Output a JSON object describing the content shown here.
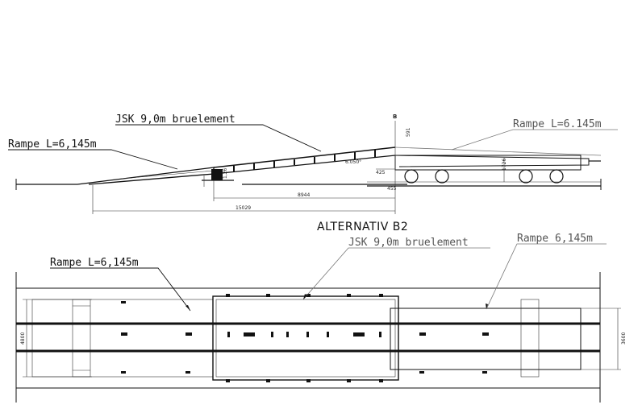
{
  "elevation": {
    "ramp_left_label": "Rampe L=6,145m",
    "bridge_label": "JSK 9,0m bruelement",
    "ramp_right_label": "Rampe L=6.145m",
    "section_marker": "B",
    "dims": {
      "total": "15029",
      "middle": "8944",
      "angle": "6.050°",
      "d1": "1,26",
      "d2": "425",
      "d3": "591",
      "d4": "1726",
      "d5": "455"
    }
  },
  "title": "ALTERNATIV B2",
  "plan": {
    "bridge_label": "JSK 9,0m bruelement",
    "ramp_left_label": "Rampe L=6,145m",
    "ramp_right_label": "Rampe 6,145m",
    "dims": {
      "left_width": "4800",
      "right_width": "3600"
    }
  },
  "colors": {
    "line": "#111111",
    "grey_line": "#777777"
  }
}
